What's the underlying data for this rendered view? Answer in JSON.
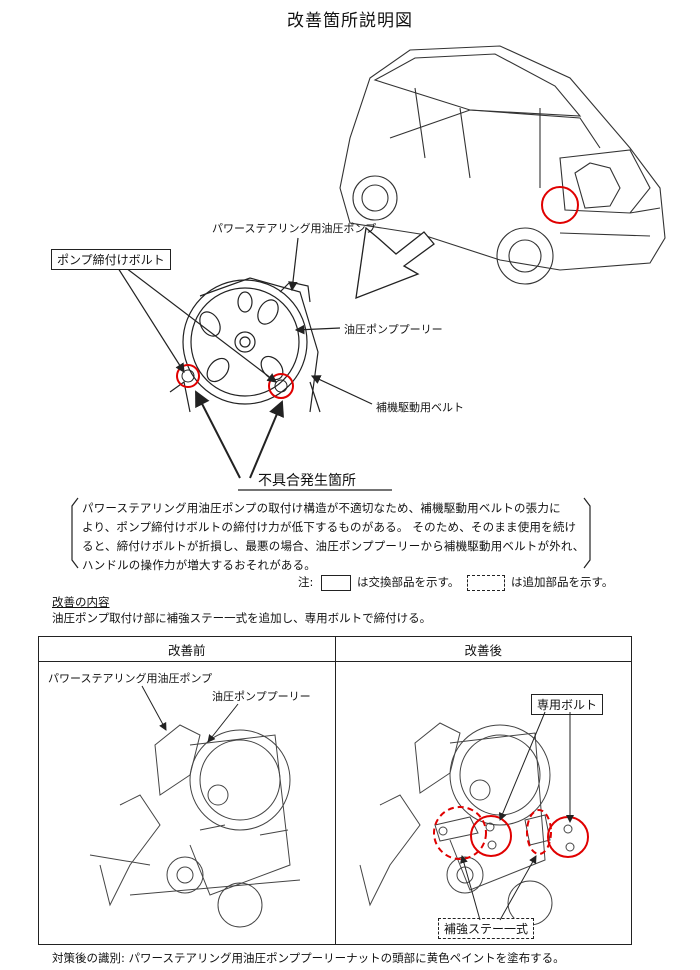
{
  "page_title": "改善箇所説明図",
  "labels": {
    "pump": "パワーステアリング用油圧ポンプ",
    "pulley": "油圧ポンププーリー",
    "belt": "補機駆動用ベルト",
    "bolt_box": "ポンプ締付けボルト",
    "issue": "不具合発生箇所"
  },
  "description_lines": [
    "パワーステアリング用油圧ポンプの取付け構造が不適切なため、補機駆動用ベルトの張力に",
    "より、ポンプ締付けボルトの締付け力が低下するものがある。 そのため、そのまま使用を続け",
    "ると、締付けボルトが折損し、最悪の場合、油圧ポンププーリーから補機駆動用ベルトが外れ、",
    "ハンドルの操作力が増大するおそれがある。"
  ],
  "note": {
    "prefix": "注:",
    "replace_text": "は交換部品を示す。",
    "add_text": "は追加部品を示す。"
  },
  "improvement": {
    "heading": "改善の内容",
    "body": "油圧ポンプ取付け部に補強ステー一式を追加し、専用ボルトで締付ける。"
  },
  "table": {
    "before_header": "改善前",
    "after_header": "改善後",
    "before_pump_label": "パワーステアリング用油圧ポンプ",
    "before_pulley_label": "油圧ポンププーリー",
    "after_bolt_label": "専用ボルト",
    "after_stay_label": "補強ステー一式"
  },
  "footer": "対策後の識別: パワーステアリング用油圧ポンププーリーナットの頭部に黄色ペイントを塗布する。",
  "colors": {
    "highlight": "#e00000",
    "line": "#222222"
  }
}
